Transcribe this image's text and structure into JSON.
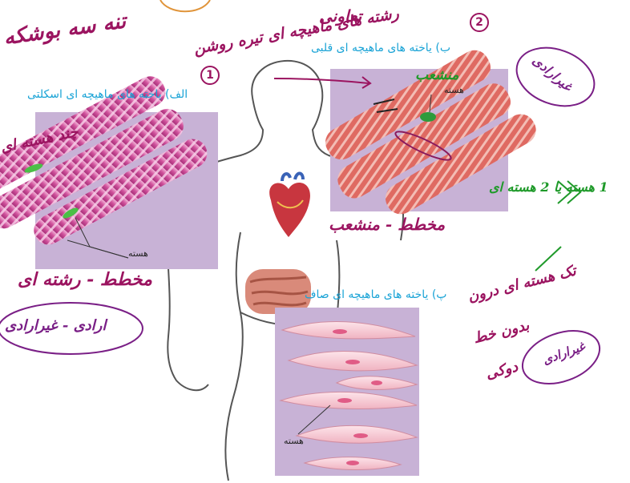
{
  "labels": {
    "skeletal": "الف) یاخته های ماهیچه ای اسکلتی",
    "cardiac": "ب) یاخته های ماهیچه ای قلبی",
    "smooth": "پ) یاخته های ماهیچه ای صاف",
    "nucleus": "هسته"
  },
  "handwriting": {
    "top_left": "تنه سه بوشکه",
    "top_right": "تعاونی",
    "under_cardiac_title": "رشته های ماهیچه ای تیره روشن",
    "cardiac_voluntary": "غیرارادی",
    "cardiac_shape": "منشعب",
    "cardiac_nuclei": "1 هسته یا 2 هسته ای",
    "cardiac_striated": "مخطط - منشعب",
    "skeletal_side": "چند هسته ای",
    "skeletal_striated": "مخطط - رشته ای",
    "skeletal_voluntary": "ارادی - غیرارادی",
    "smooth_nuclei": "تک هسته ای درون",
    "smooth_shape": "بدون خط",
    "smooth_spindle": "دوکی",
    "smooth_voluntary": "غیرارادی"
  },
  "numbers": {
    "one": "1",
    "two": "2"
  },
  "colors": {
    "label_blue": "#19a3d6",
    "ink_magenta": "#9b1460",
    "ink_green": "#1f9a2a",
    "ink_purple": "#7a1f86",
    "panel_lavender": "#c8b2d6"
  }
}
